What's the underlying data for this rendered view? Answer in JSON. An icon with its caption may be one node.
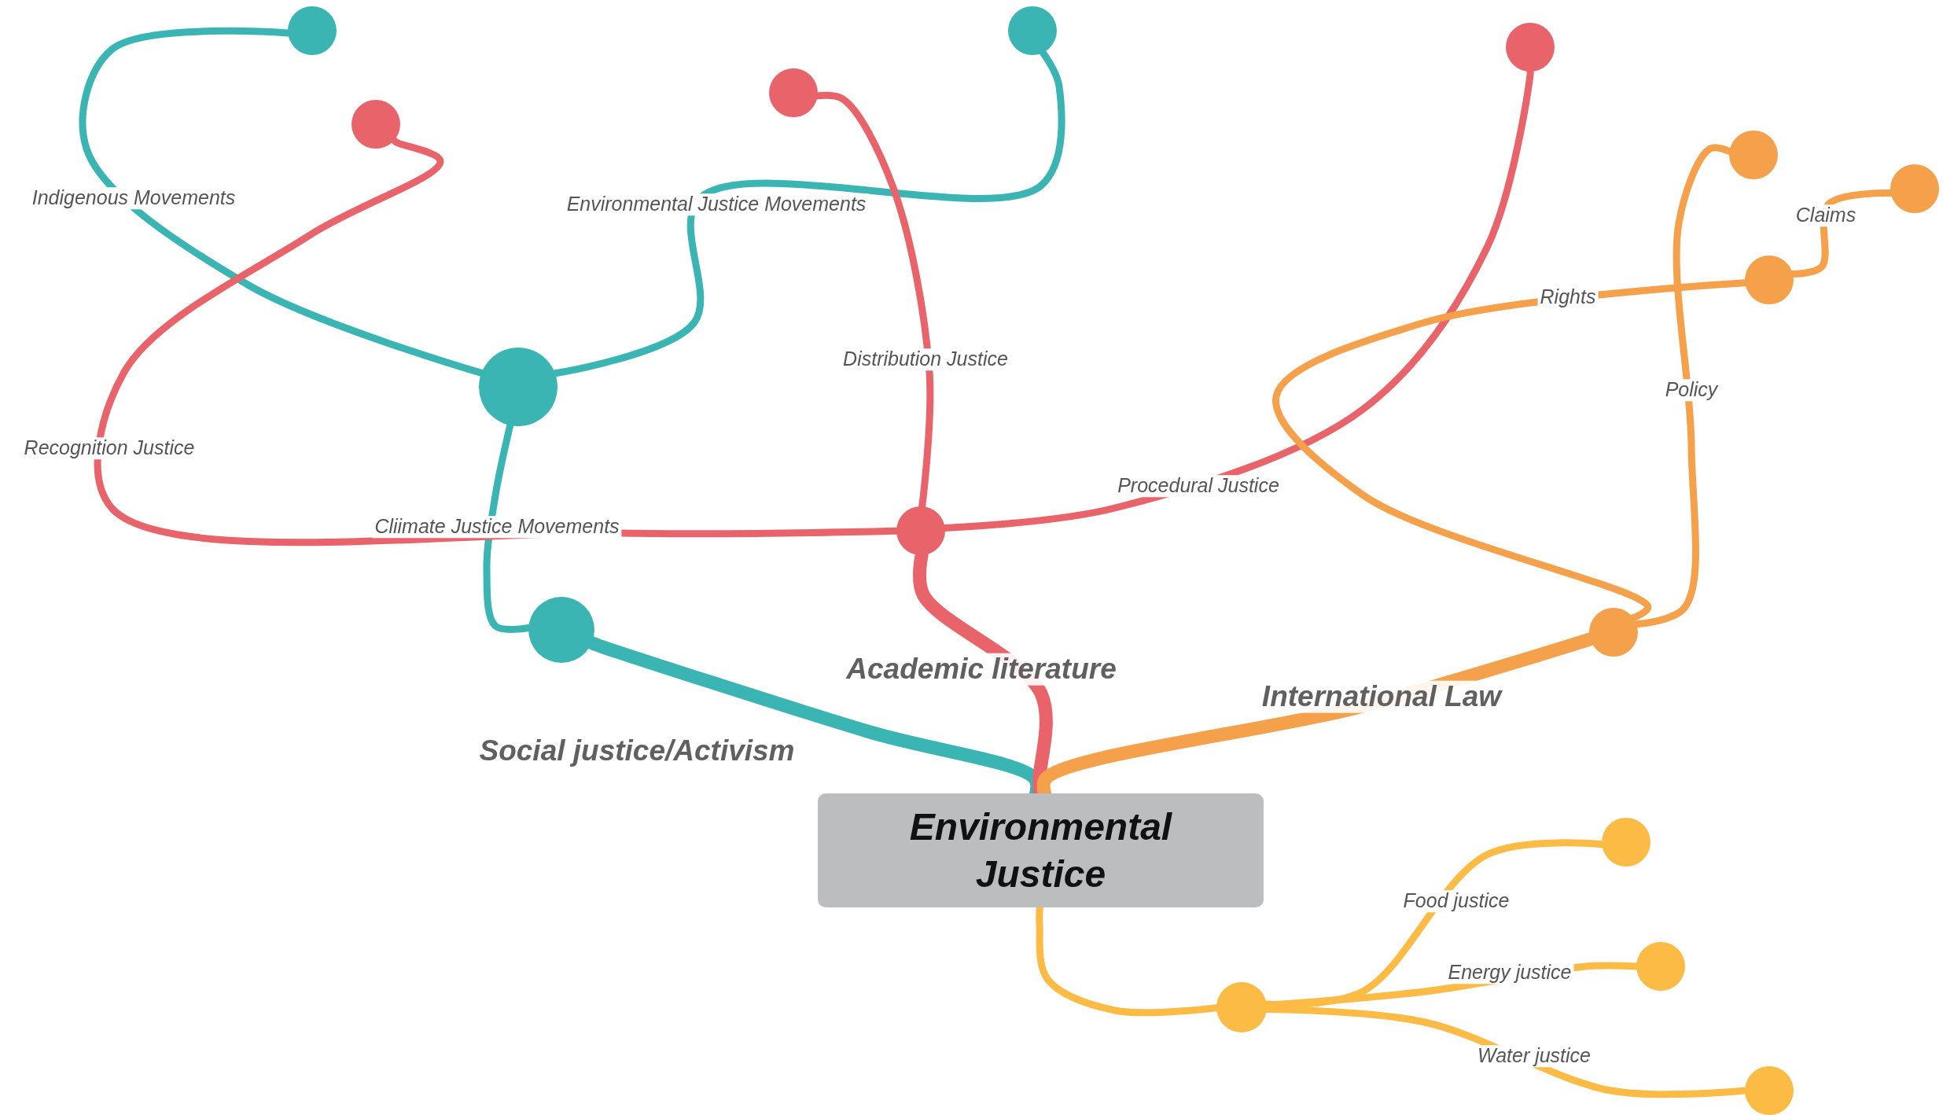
{
  "diagram": {
    "nodes": [
      {
        "text": [
          "Environmental Justice"
        ]
      },
      {
        "text": [],
        "shape": "circle"
      },
      {
        "text": [],
        "shape": "circle"
      },
      {
        "text": [],
        "shape": "circle"
      },
      {
        "text": [],
        "shape": "circle"
      },
      {
        "text": [],
        "shape": "circle"
      },
      {
        "text": [],
        "shape": "circle"
      },
      {
        "text": [],
        "shape": "circle"
      },
      {
        "text": [],
        "shape": "circle"
      },
      {
        "text": [],
        "shape": "circle"
      },
      {
        "text": [],
        "shape": "circle"
      },
      {
        "text": [],
        "shape": "circle"
      },
      {
        "text": [],
        "shape": "circle"
      },
      {
        "text": [],
        "shape": "circle"
      },
      {
        "text": [],
        "shape": "circle"
      },
      {
        "text": [],
        "shape": "circle"
      },
      {
        "text": [],
        "shape": "circle"
      }
    ],
    "edges": [
      {
        "from": 0,
        "to": 1,
        "arrow": "none",
        "label": "Social justice/Activism",
        "style": "thick",
        "color": "#3bb5b3"
      },
      {
        "from": 1,
        "to": 2,
        "arrow": "none",
        "label": "Cliimate Justice Movements",
        "color": "#3bb5b3"
      },
      {
        "from": 2,
        "to": 3,
        "arrow": "none",
        "label": "Indigenous Movements",
        "color": "#3bb5b3"
      },
      {
        "from": 2,
        "to": 4,
        "arrow": "none",
        "label": "Environmental Justice Movements",
        "color": "#3bb5b3"
      },
      {
        "from": 0,
        "to": 5,
        "arrow": "none",
        "label": "Academic literature",
        "style": "thick",
        "color": "#e8636a"
      },
      {
        "from": 5,
        "to": 6,
        "arrow": "none",
        "label": "Distribution Justice",
        "color": "#e8636a"
      },
      {
        "from": 5,
        "to": 7,
        "arrow": "none",
        "label": "Recognition Justice",
        "color": "#e8636a"
      },
      {
        "from": 5,
        "to": 8,
        "arrow": "none",
        "label": "Procedural Justice",
        "color": "#e8636a"
      },
      {
        "from": 0,
        "to": 9,
        "arrow": "none",
        "label": "International Law",
        "style": "thick",
        "color": "#f5a04a"
      },
      {
        "from": 9,
        "to": 10,
        "arrow": "none",
        "label": "Policy",
        "color": "#f5a04a"
      },
      {
        "from": 9,
        "to": 11,
        "arrow": "none",
        "label": "Rights",
        "color": "#f5a04a"
      },
      {
        "from": 11,
        "to": 12,
        "arrow": "none",
        "label": "Claims",
        "color": "#f5a04a"
      },
      {
        "from": 0,
        "to": 13,
        "arrow": "none",
        "color": "#fbbb45"
      },
      {
        "from": 13,
        "to": 14,
        "arrow": "none",
        "label": "Food justice",
        "color": "#fbbb45"
      },
      {
        "from": 13,
        "to": 15,
        "arrow": "none",
        "label": "Energy justice",
        "color": "#fbbb45"
      },
      {
        "from": 13,
        "to": 16,
        "arrow": "none",
        "label": "Water justice",
        "color": "#fbbb45"
      }
    ]
  }
}
